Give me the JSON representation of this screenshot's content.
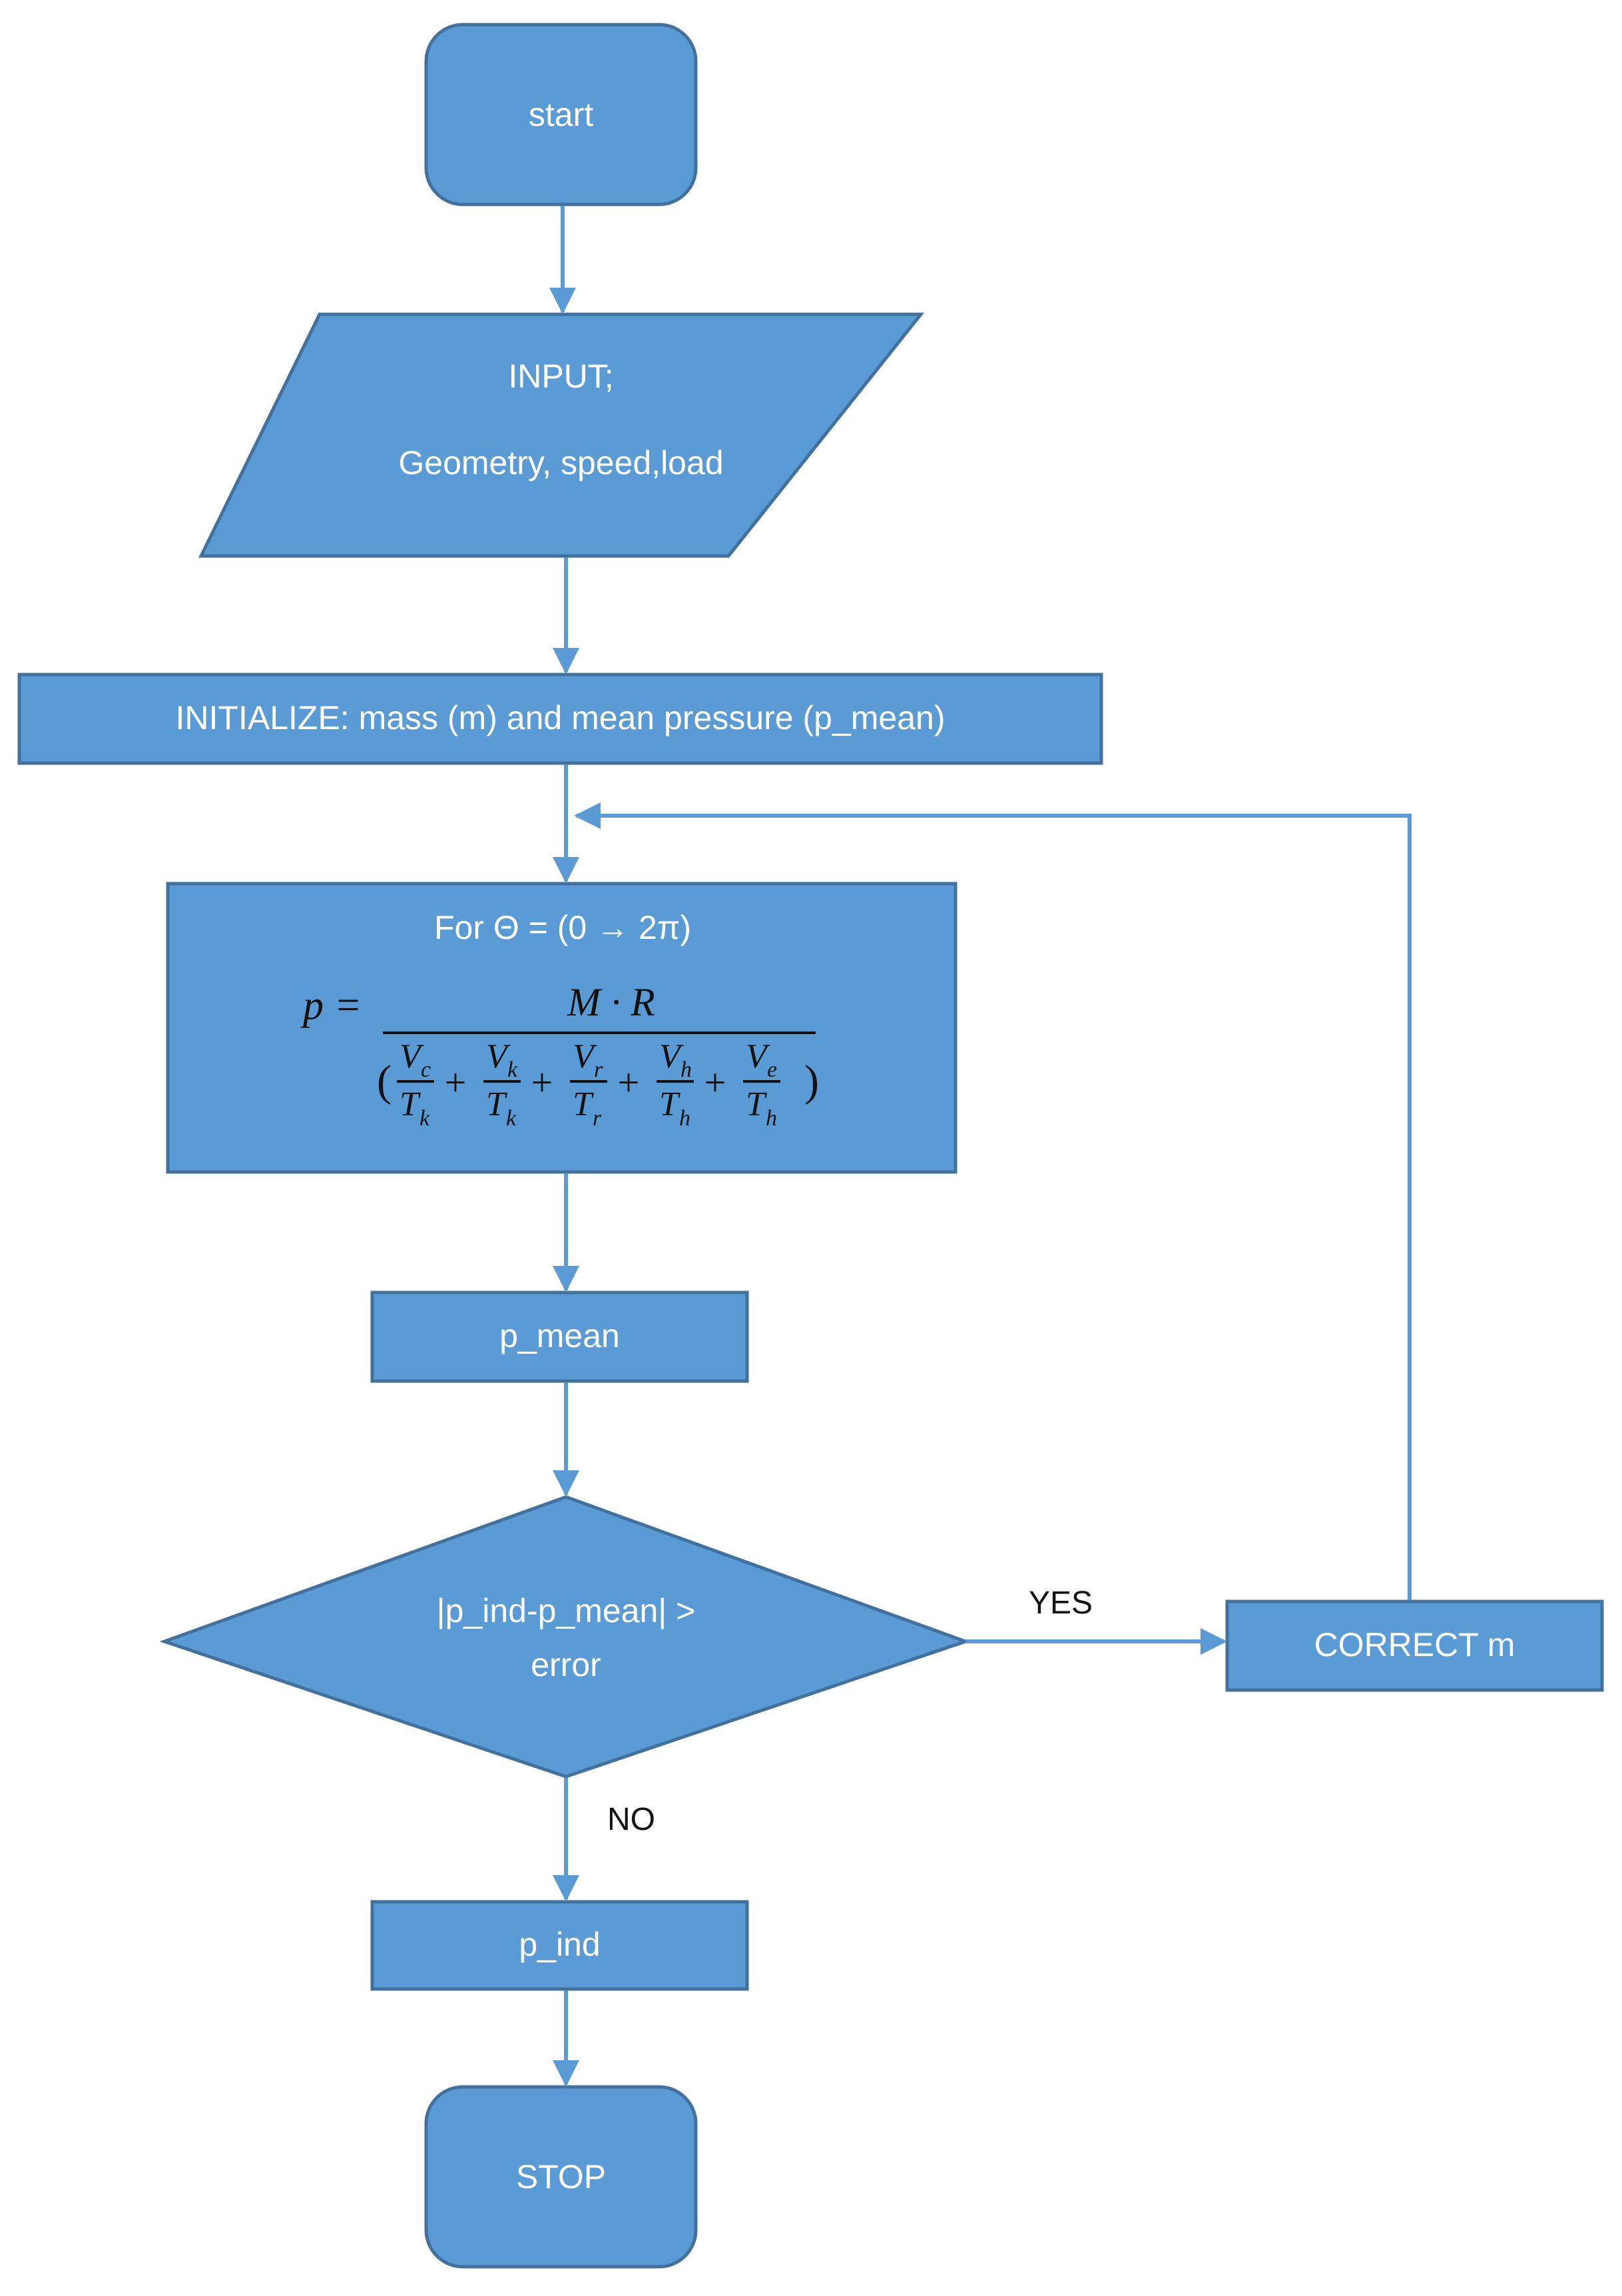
{
  "nodes": {
    "start": "start",
    "input_title": "INPUT;",
    "input_body": "Geometry, speed,load",
    "initialize": "INITIALIZE: mass (m) and mean pressure (p_mean)",
    "loop_header": "For Θ = (0 → 2π)",
    "p_mean": "p_mean",
    "decision_line1": "|p_ind-p_mean| >",
    "decision_line2": "error",
    "correct_m": "CORRECT m",
    "p_ind": "p_ind",
    "stop": "STOP"
  },
  "branches": {
    "yes": "YES",
    "no": "NO"
  },
  "formula": {
    "lhs": "p =",
    "numerator": "M · R",
    "terms": [
      {
        "num": "V",
        "num_sub": "c",
        "den": "T",
        "den_sub": "k"
      },
      {
        "num": "V",
        "num_sub": "k",
        "den": "T",
        "den_sub": "k"
      },
      {
        "num": "V",
        "num_sub": "r",
        "den": "T",
        "den_sub": "r"
      },
      {
        "num": "V",
        "num_sub": "h",
        "den": "T",
        "den_sub": "h"
      },
      {
        "num": "V",
        "num_sub": "e",
        "den": "T",
        "den_sub": "h"
      }
    ]
  },
  "colors": {
    "box_fill": "#5b9bd5",
    "box_border": "#41719c",
    "arrow": "#5b9bd5",
    "text_on_box": "#ffffff"
  }
}
